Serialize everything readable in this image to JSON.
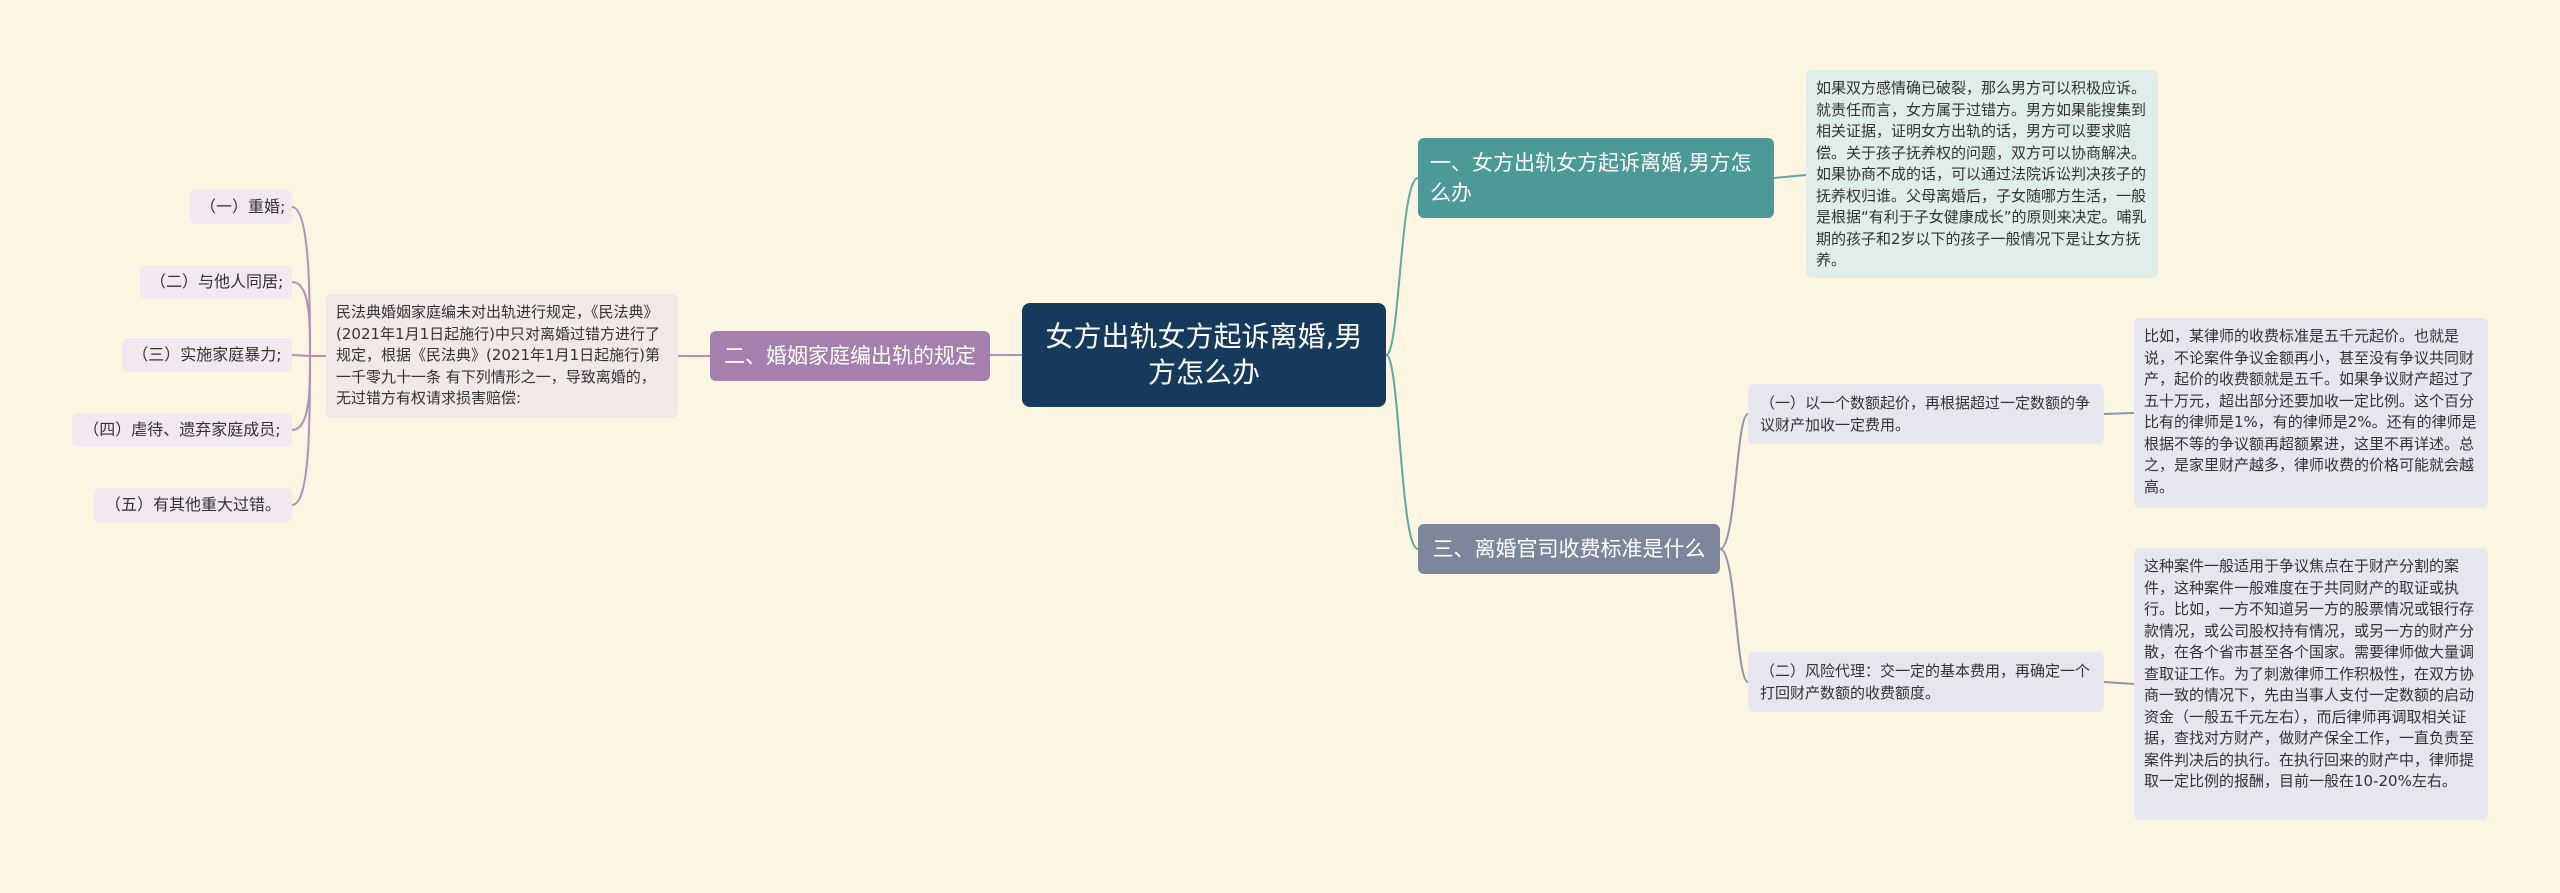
{
  "root": {
    "title": "女方出轨女方起诉离婚,男方怎么办"
  },
  "branches": [
    {
      "label": "一、女方出轨女方起诉离婚,男方怎么办",
      "note": "如果双方感情确已破裂，那么男方可以积极应诉。就责任而言，女方属于过错方。男方如果能搜集到相关证据，证明女方出轨的话，男方可以要求赔偿。关于孩子抚养权的问题，双方可以协商解决。如果协商不成的话，可以通过法院诉讼判决孩子的抚养权归谁。父母离婚后，子女随哪方生活，一般是根据“有利于子女健康成长”的原则来决定。哺乳期的孩子和2岁以下的孩子一般情况下是让女方抚养。"
    },
    {
      "label": "二、婚姻家庭编出轨的规定",
      "note": "民法典婚姻家庭编未对出轨进行规定，《民法典》(2021年1月1日起施行)中只对离婚过错方进行了规定，根据《民法典》(2021年1月1日起施行)第一千零九十一条 有下列情形之一，导致离婚的，无过错方有权请求损害赔偿:",
      "items": [
        "（一）重婚;",
        "（二）与他人同居;",
        "（三）实施家庭暴力;",
        "（四）虐待、遗弃家庭成员;",
        "（五）有其他重大过错。"
      ]
    },
    {
      "label": "三、离婚官司收费标准是什么",
      "subs": [
        {
          "label": "（一）以一个数额起价，再根据超过一定数额的争议财产加收一定费用。",
          "note": "比如，某律师的收费标准是五千元起价。也就是说，不论案件争议金额再小，甚至没有争议共同财产，起价的收费额就是五千。如果争议财产超过了五十万元，超出部分还要加收一定比例。这个百分比有的律师是1%，有的律师是2%。还有的律师是根据不等的争议额再超额累进，这里不再详述。总之，是家里财产越多，律师收费的价格可能就会越高。"
        },
        {
          "label": "（二）风险代理：交一定的基本费用，再确定一个打回财产数额的收费额度。",
          "note": "这种案件一般适用于争议焦点在于财产分割的案件，这种案件一般难度在于共同财产的取证或执行。比如，一方不知道另一方的股票情况或银行存款情况，或公司股权持有情况，或另一方的财产分散，在各个省市甚至各个国家。需要律师做大量调查取证工作。为了刺激律师工作积极性，在双方协商一致的情况下，先由当事人支付一定数额的启动资金（一般五千元左右），而后律师再调取相关证据，查找对方财产，做财产保全工作，一直负责至案件判决后的执行。在执行回来的财产中，律师提取一定比例的报酬，目前一般在10-20%左右。"
        }
      ]
    }
  ],
  "colors": {
    "background": "#fbf5e1",
    "root": "#163a5c",
    "branch1": "#4b9a98",
    "branch2": "#a57fae",
    "branch3": "#7c879c",
    "line1": "#5ea7a2",
    "line2": "#b48ebb",
    "line3": "#8c96a8"
  }
}
